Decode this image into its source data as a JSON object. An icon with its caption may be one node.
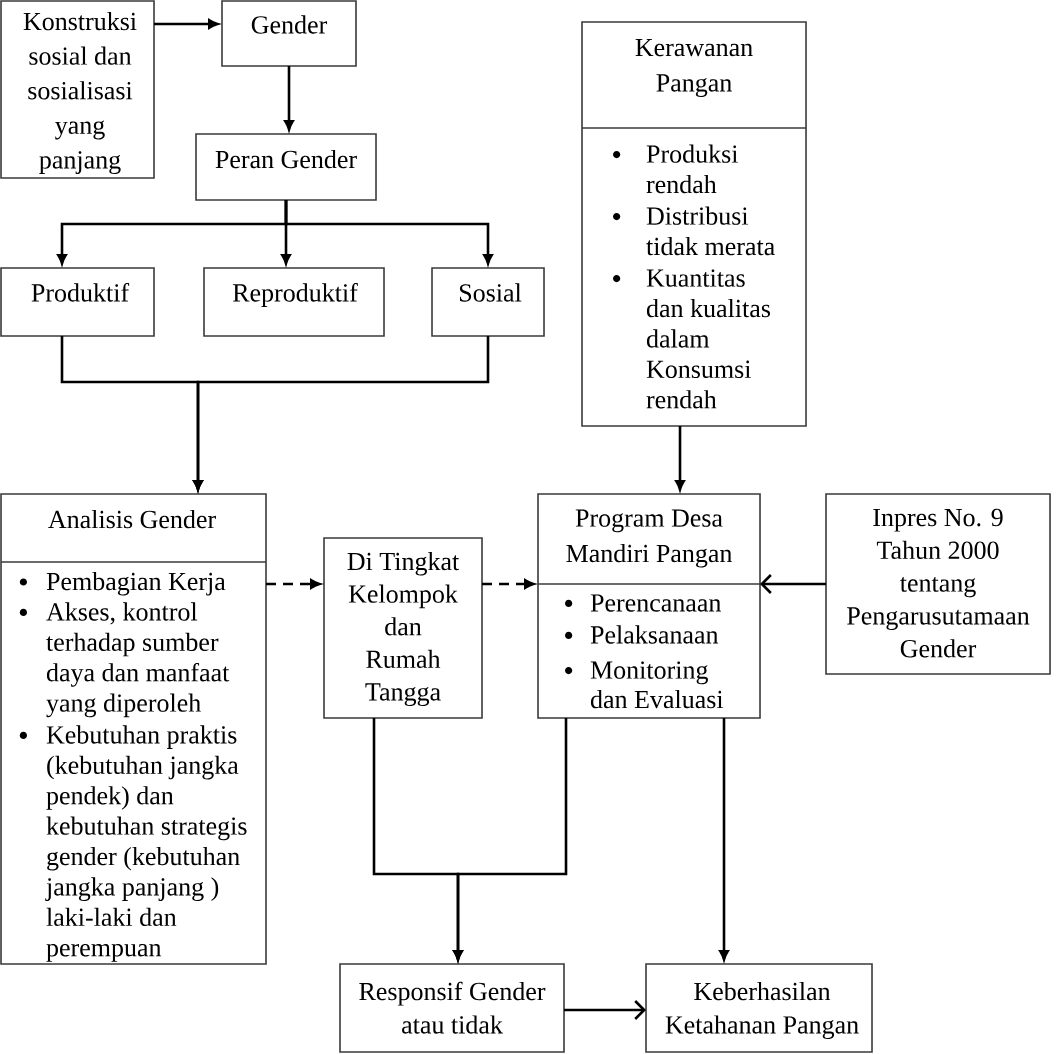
{
  "diagram": {
    "nodes": [
      {
        "text": [
          "Konstruksi sosial dan sosialisasi yang panjang"
        ]
      },
      {
        "text": [
          "Gender"
        ]
      },
      {
        "text": [
          "Peran Gender"
        ]
      },
      {
        "text": [
          "Produktif"
        ]
      },
      {
        "text": [
          "Reproduktif"
        ]
      },
      {
        "text": [
          "Sosial"
        ]
      },
      {
        "text": [
          "Kerawanan Pangan",
          "Produksi rendah",
          "Distribusi tidak merata",
          "Kuantitas dan kualitas dalam Konsumsi rendah"
        ]
      },
      {
        "text": [
          "Analisis Gender",
          "Pembagian Kerja",
          "Akses, kontrol terhadap sumber daya dan manfaat yang diperoleh",
          "Kebutuhan praktis (kebutuhan jangka pendek) dan kebutuhan strategis gender (kebutuhan jangka panjang ) laki-laki dan perempuan"
        ]
      },
      {
        "text": [
          "Di Tingkat Kelompok dan Rumah Tangga"
        ]
      },
      {
        "text": [
          "Program Desa Mandiri Pangan",
          "Perencanaan",
          "Pelaksanaan",
          "Monitoring dan Evaluasi"
        ]
      },
      {
        "text": [
          "Inpres No. 9 Tahun 2000 tentang Pengarusutamaan Gender"
        ]
      },
      {
        "text": [
          "Responsif Gender atau tidak"
        ]
      },
      {
        "text": [
          "Keberhasilan Ketahanan Pangan"
        ]
      }
    ],
    "edges": [
      {
        "from": 0,
        "to": 1,
        "arrow": "to"
      },
      {
        "from": 1,
        "to": 2,
        "arrow": "to"
      },
      {
        "from": 2,
        "to": 3,
        "arrow": "to"
      },
      {
        "from": 2,
        "to": 4,
        "arrow": "to"
      },
      {
        "from": 2,
        "to": 5,
        "arrow": "to"
      },
      {
        "from": 3,
        "to": 7,
        "arrow": "to"
      },
      {
        "from": 5,
        "to": 7,
        "arrow": "to"
      },
      {
        "from": 6,
        "to": 9,
        "arrow": "to"
      },
      {
        "from": 7,
        "to": 8,
        "arrow": "to",
        "style": "dashed"
      },
      {
        "from": 8,
        "to": 9,
        "arrow": "to",
        "style": "dashed"
      },
      {
        "from": 10,
        "to": 9,
        "arrow": "to"
      },
      {
        "from": 8,
        "to": 11,
        "arrow": "to"
      },
      {
        "from": 9,
        "to": 11,
        "arrow": "to"
      },
      {
        "from": 9,
        "to": 12,
        "arrow": "to"
      },
      {
        "from": 11,
        "to": 12,
        "arrow": "to"
      }
    ]
  }
}
